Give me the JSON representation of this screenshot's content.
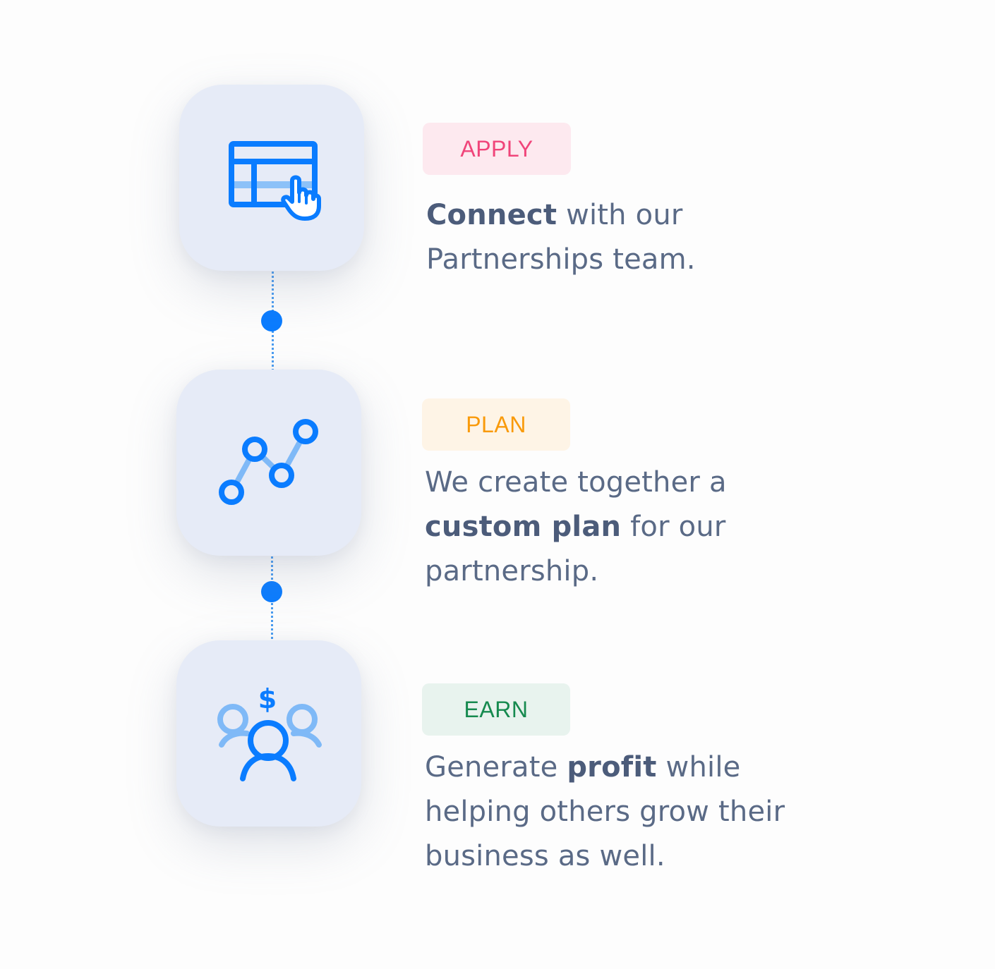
{
  "colors": {
    "accent": "#0a7cff",
    "accent_light": "#7fb9f7",
    "tile_bg": "#e6ebf7",
    "text": "#5a6a86",
    "apply": "#f0457a",
    "plan": "#f99a0a",
    "earn": "#168a4f"
  },
  "steps": [
    {
      "badge": "APPLY",
      "icon": "form-click-icon",
      "text": {
        "bold": "Connect",
        "rest_1": " with our",
        "line_2": "Partnerships team."
      }
    },
    {
      "badge": "PLAN",
      "icon": "line-chart-icon",
      "text": {
        "line_1": "We create together a",
        "bold": "custom plan",
        "rest_2": " for our",
        "line_3": "partnership."
      }
    },
    {
      "badge": "EARN",
      "icon": "people-profit-icon",
      "text": {
        "pre_1": "Generate ",
        "bold": "profit",
        "rest_1": " while",
        "line_2": "helping others grow their",
        "line_3": "business as well."
      }
    }
  ]
}
